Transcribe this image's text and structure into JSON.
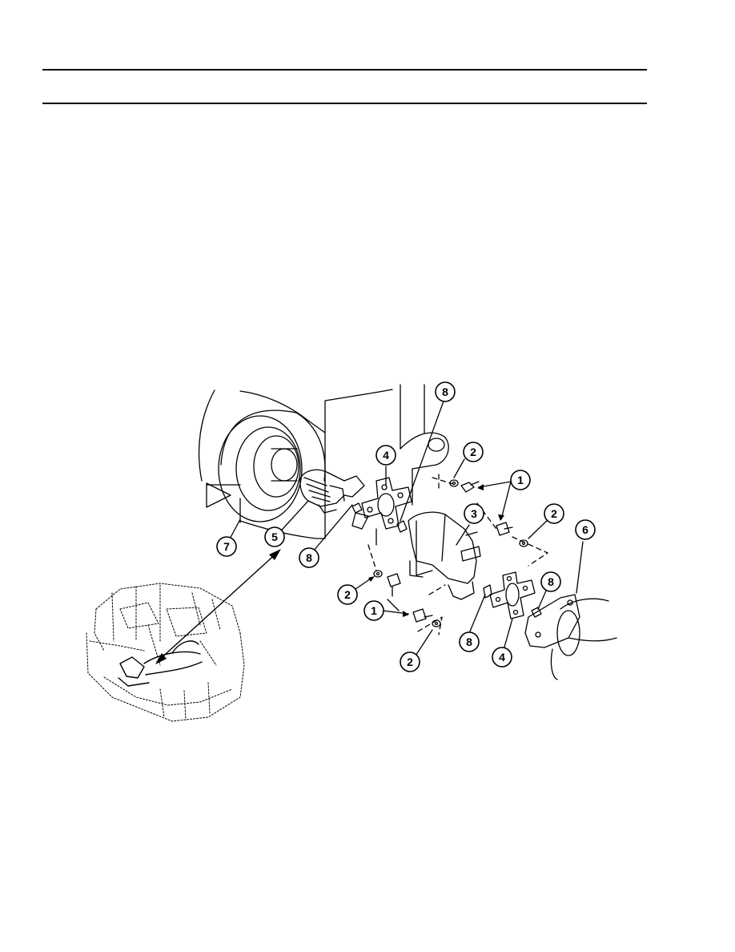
{
  "document": {
    "type": "technical-manual-page",
    "figure": {
      "description_type": "exploded-view-illustration",
      "callouts": [
        {
          "id": "c7",
          "label": "7"
        },
        {
          "id": "c5",
          "label": "5"
        },
        {
          "id": "c8a",
          "label": "8"
        },
        {
          "id": "c4a",
          "label": "4"
        },
        {
          "id": "c8b",
          "label": "8"
        },
        {
          "id": "c2a",
          "label": "2"
        },
        {
          "id": "c1a",
          "label": "1"
        },
        {
          "id": "c3",
          "label": "3"
        },
        {
          "id": "c2b",
          "label": "2"
        },
        {
          "id": "c6",
          "label": "6"
        },
        {
          "id": "c2c",
          "label": "2"
        },
        {
          "id": "c1b",
          "label": "1"
        },
        {
          "id": "c8c",
          "label": "8"
        },
        {
          "id": "c2d",
          "label": "2"
        },
        {
          "id": "c8d",
          "label": "8"
        },
        {
          "id": "c4b",
          "label": "4"
        }
      ]
    }
  }
}
